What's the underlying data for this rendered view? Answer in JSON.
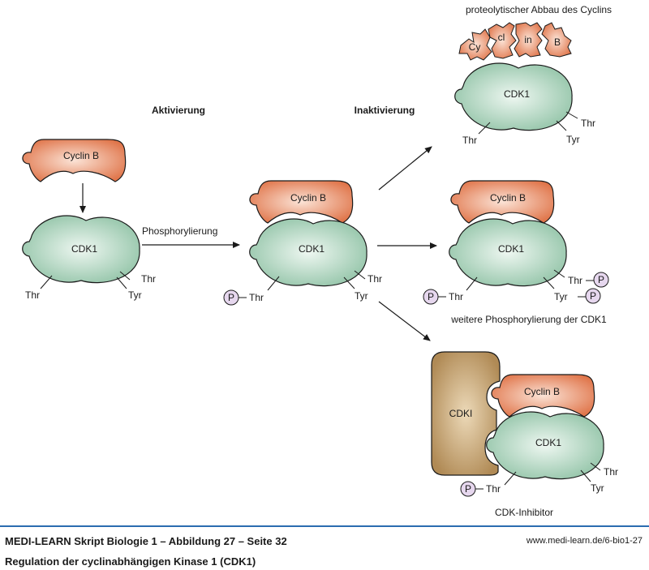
{
  "headings": {
    "activation": "Aktivierung",
    "inactivation": "Inaktivierung"
  },
  "labels": {
    "cyclin": "Cyclin B",
    "cdk": "CDK1",
    "cdki": "CDKI",
    "thr": "Thr",
    "tyr": "Tyr",
    "phospho": "P",
    "phosphorylation_step": "Phosphorylierung",
    "degradation_caption": "proteolytischer Abbau des Cyclins",
    "further_phospho_caption": "weitere Phosphorylierung der CDK1",
    "inhibitor_caption": "CDK-Inhibitor",
    "fragments": [
      "Cy",
      "cl",
      "in",
      "B"
    ]
  },
  "colors": {
    "cyclin_edge": "#e0754a",
    "cyclin_center": "#fbe3d6",
    "cdk_edge": "#8fc2a5",
    "cdk_center": "#eef7f1",
    "cdki_edge": "#b08a55",
    "cdki_center": "#ecd9b8",
    "phospho_fill": "#e6d7ee",
    "footer_rule": "#2b6cb0"
  },
  "footer": {
    "line1": "MEDI-LEARN Skript Biologie 1 – Abbildung 27 – Seite 32",
    "line2": "Regulation der cyclinabhängigen Kinase 1 (CDK1)",
    "url": "www.medi-learn.de/6-bio1-27"
  }
}
